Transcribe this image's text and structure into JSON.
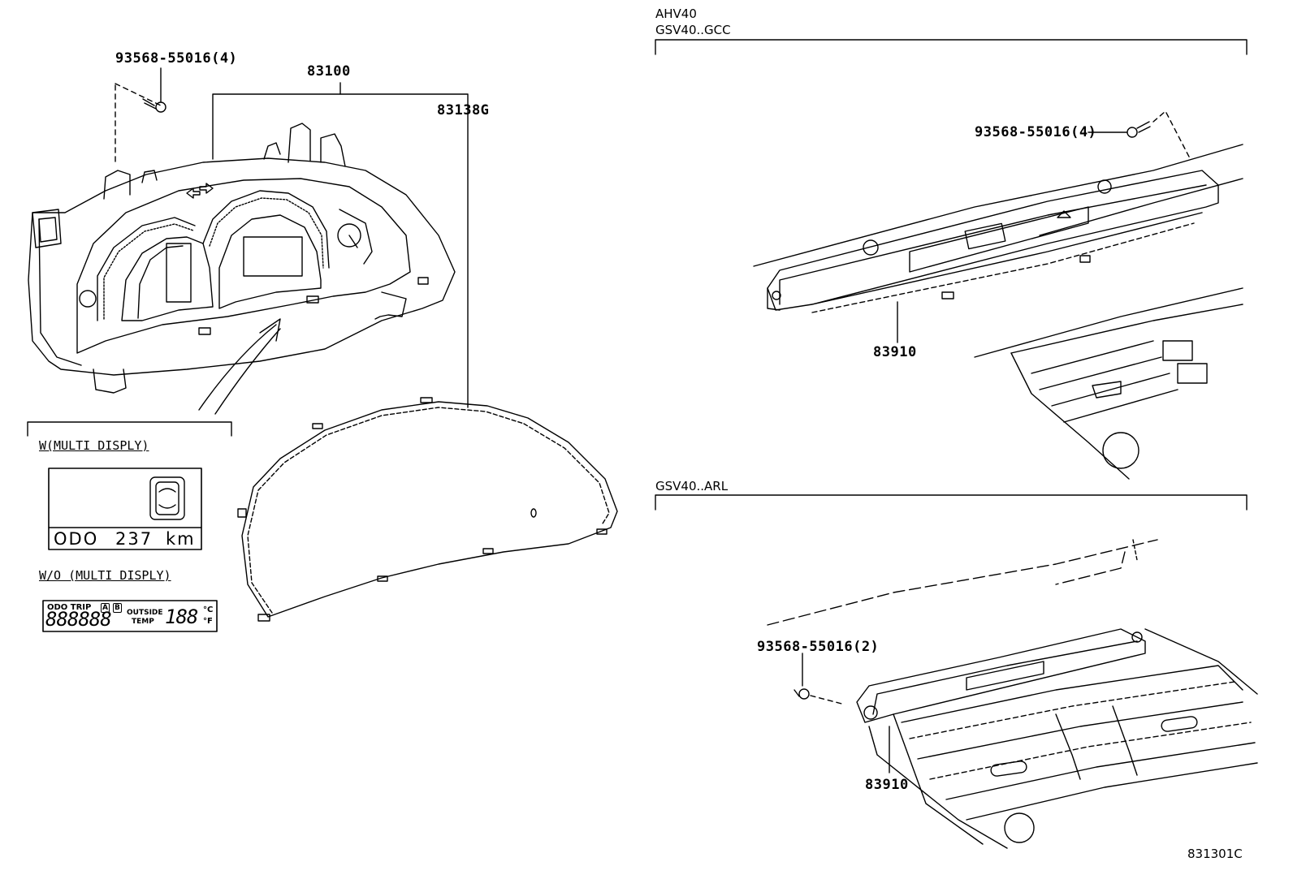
{
  "labels": {
    "bolt_left": "93568-55016(4)",
    "meter": "83100",
    "lens": "83138G",
    "bolt_ahv": "93568-55016(4)",
    "clock_ahv": "83910",
    "bolt_arl": "93568-55016(2)",
    "clock_arl": "83910",
    "figure_code": "831301C"
  },
  "sections": {
    "ahv_line1": "AHV40",
    "ahv_line2": "GSV40..GCC",
    "arl": "GSV40..ARL"
  },
  "options": {
    "with_multi": "W(MULTI DISPLY)",
    "without_multi": "W/O (MULTI DISPLY)"
  },
  "multi_display": {
    "odo_label": "ODO",
    "odo_value": "237",
    "odo_unit": "km"
  },
  "basic_display": {
    "odo_trip": "ODO TRIP",
    "trip_a": "A",
    "trip_b": "B",
    "digits": "888888",
    "outside": "OUTSIDE",
    "temp": "TEMP",
    "temp_digits": "188",
    "unit_c": "°C",
    "unit_f": "°F"
  }
}
